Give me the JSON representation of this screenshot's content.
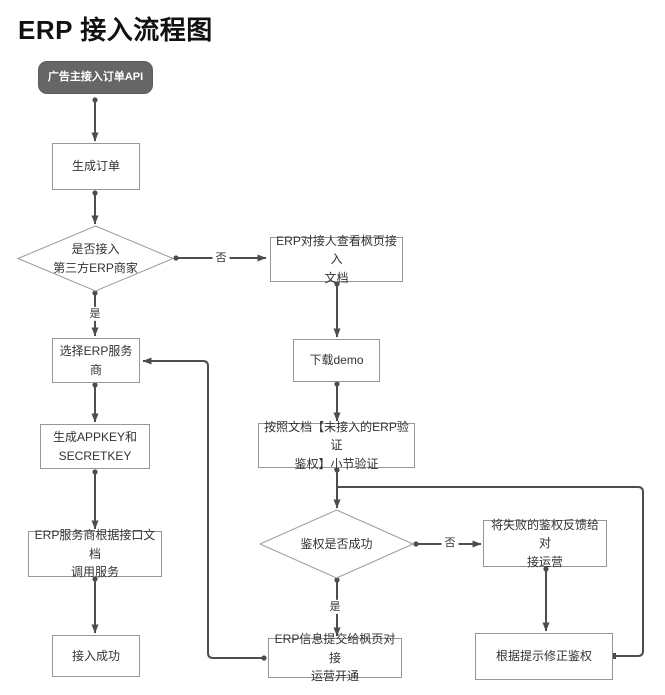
{
  "title": "ERP 接入流程图",
  "colors": {
    "background": "#ffffff",
    "start_node_fill": "#666666",
    "start_node_text": "#ffffff",
    "node_fill": "#ffffff",
    "node_border": "#979797",
    "node_text": "#333333",
    "connector": "#4d4d4d"
  },
  "nodes": [
    {
      "id": "start",
      "type": "start",
      "label": "广告主接入订单API"
    },
    {
      "id": "create-order",
      "type": "process",
      "label": "生成订单"
    },
    {
      "id": "decision-third-party-erp",
      "type": "decision",
      "label": "是否接入\n第三方ERP商家"
    },
    {
      "id": "view-docs",
      "type": "process",
      "label": "ERP对接人查看枫页接入\n文档"
    },
    {
      "id": "select-erp",
      "type": "process",
      "label": "选择ERP服务商"
    },
    {
      "id": "generate-keys",
      "type": "process",
      "label": "生成APPKEY和\nSECRETKEY"
    },
    {
      "id": "call-service",
      "type": "process",
      "label": "ERP服务商根据接口文档\n调用服务"
    },
    {
      "id": "success",
      "type": "process",
      "label": "接入成功"
    },
    {
      "id": "download-demo",
      "type": "process",
      "label": "下载demo"
    },
    {
      "id": "verify-auth",
      "type": "process",
      "label": "按照文档【未接入的ERP验证\n鉴权】小节验证"
    },
    {
      "id": "decision-auth-success",
      "type": "decision",
      "label": "鉴权是否成功"
    },
    {
      "id": "feedback-failure",
      "type": "process",
      "label": "将失败的鉴权反馈给对\n接运营"
    },
    {
      "id": "fix-auth",
      "type": "process",
      "label": "根据提示修正鉴权"
    },
    {
      "id": "submit-erp-info",
      "type": "process",
      "label": "ERP信息提交给枫页对接\n运营开通"
    }
  ],
  "edges": [
    {
      "from": "start",
      "to": "create-order",
      "label": ""
    },
    {
      "from": "create-order",
      "to": "decision-third-party-erp",
      "label": ""
    },
    {
      "from": "decision-third-party-erp",
      "to": "view-docs",
      "label": "否"
    },
    {
      "from": "decision-third-party-erp",
      "to": "select-erp",
      "label": "是"
    },
    {
      "from": "select-erp",
      "to": "generate-keys",
      "label": ""
    },
    {
      "from": "generate-keys",
      "to": "call-service",
      "label": ""
    },
    {
      "from": "call-service",
      "to": "success",
      "label": ""
    },
    {
      "from": "view-docs",
      "to": "download-demo",
      "label": ""
    },
    {
      "from": "download-demo",
      "to": "verify-auth",
      "label": ""
    },
    {
      "from": "verify-auth",
      "to": "decision-auth-success",
      "label": ""
    },
    {
      "from": "decision-auth-success",
      "to": "feedback-failure",
      "label": "否"
    },
    {
      "from": "decision-auth-success",
      "to": "submit-erp-info",
      "label": "是"
    },
    {
      "from": "feedback-failure",
      "to": "fix-auth",
      "label": ""
    },
    {
      "from": "fix-auth",
      "to": "decision-auth-success",
      "label": ""
    },
    {
      "from": "submit-erp-info",
      "to": "select-erp",
      "label": ""
    }
  ]
}
